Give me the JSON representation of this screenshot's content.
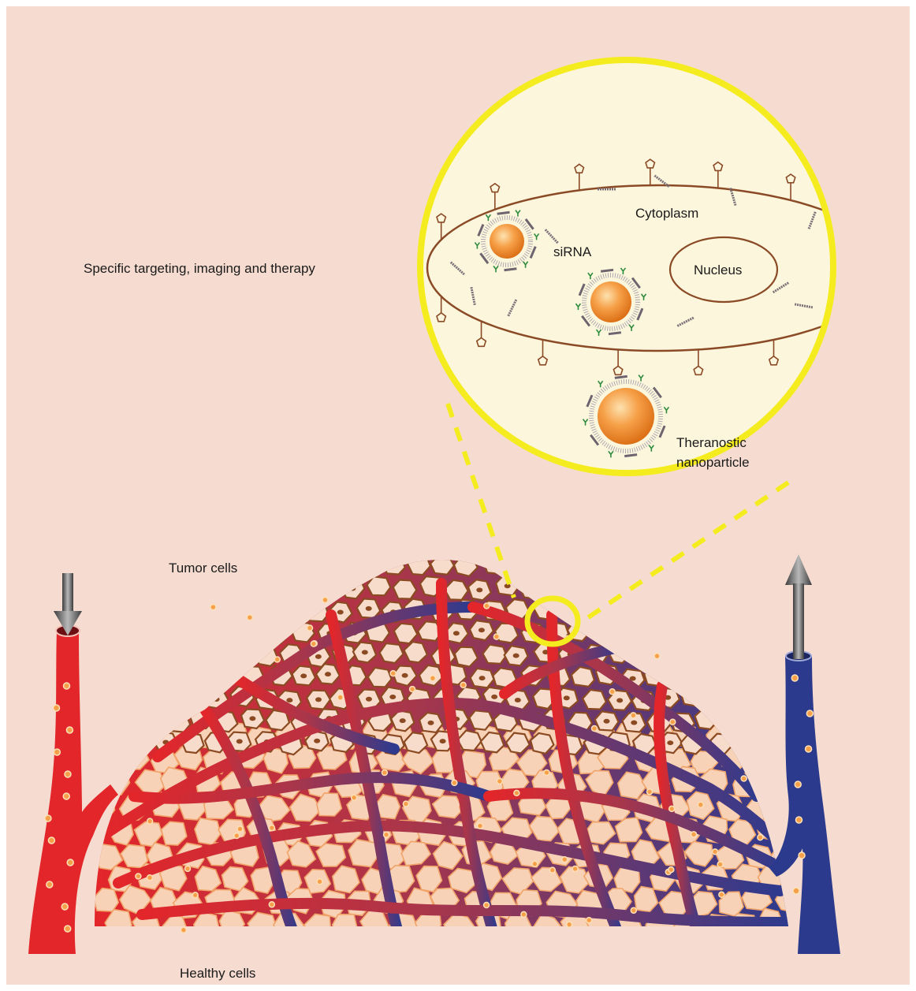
{
  "labels": {
    "heading": "Specific targeting, imaging and therapy",
    "cytoplasm": "Cytoplasm",
    "nucleus": "Nucleus",
    "sirna": "siRNA",
    "nanoparticle_line1": "Theranostic",
    "nanoparticle_line2": "nanoparticle",
    "tumor_cells": "Tumor cells",
    "healthy_cells": "Healthy cells"
  },
  "colors": {
    "background": "#f6dcd0",
    "highlight": "#f4ec1e",
    "inset_fill": "#fcf6dc",
    "cell_outline": "#8b4a26",
    "artery": "#e32b26",
    "vein": "#2b3a8c",
    "nanoparticle": "#f08a1e",
    "tumor_cell": "#8b4a22",
    "healthy_cell": "#f0a46a"
  },
  "icons": [
    "down-arrow-icon",
    "up-arrow-icon",
    "receptor-icon",
    "nanoparticle-icon",
    "sirna-strand-icon"
  ]
}
